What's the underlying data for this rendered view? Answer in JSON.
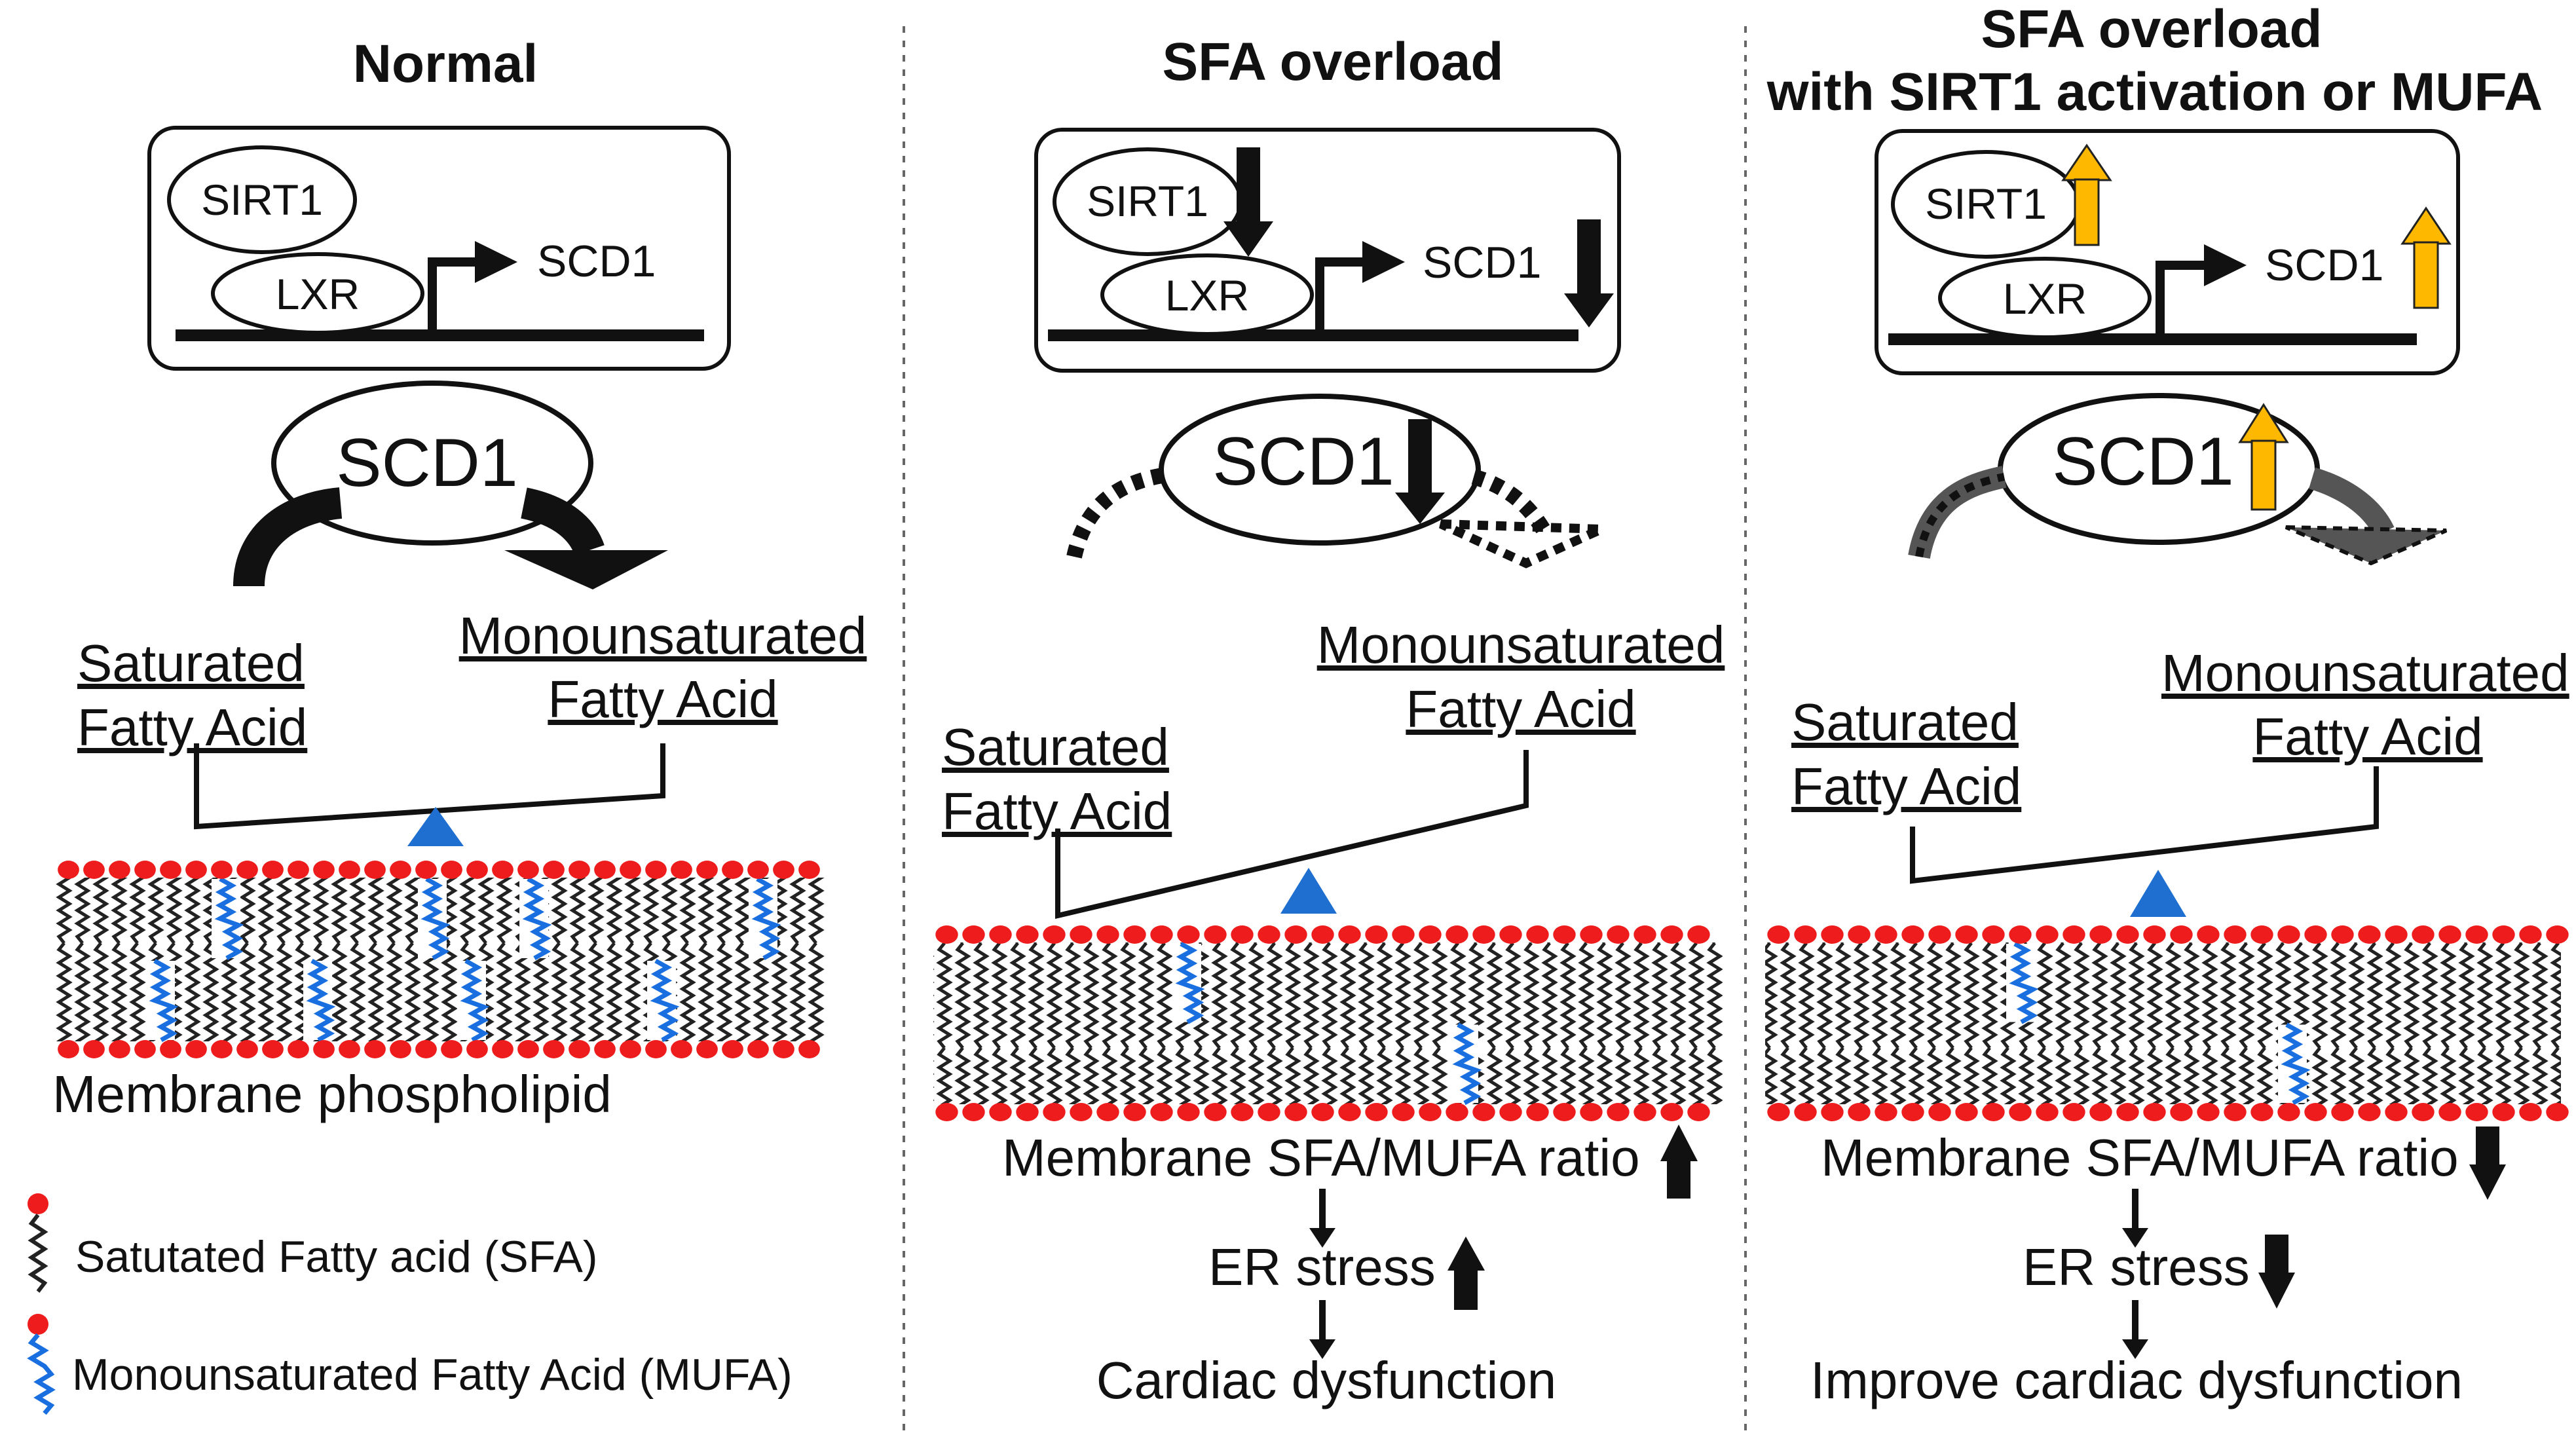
{
  "panels": [
    {
      "title": "Normal",
      "title_line2": "",
      "sirt1": "SIRT1",
      "lxr": "LXR",
      "scd1_gene": "SCD1",
      "scd1_enzyme": "SCD1",
      "sfa_label": [
        "Saturated",
        "Fatty Acid"
      ],
      "mufa_label": [
        "Monounsaturated",
        "Fatty Acid"
      ],
      "membrane_caption": "Membrane phospholipid",
      "ratio_text": "",
      "er_text": "",
      "outcome_text": "",
      "direction": "none"
    },
    {
      "title": "SFA overload",
      "title_line2": "",
      "sirt1": "SIRT1",
      "lxr": "LXR",
      "scd1_gene": "SCD1",
      "scd1_enzyme": "SCD1",
      "sfa_label": [
        "Saturated",
        "Fatty Acid"
      ],
      "mufa_label": [
        "Monounsaturated",
        "Fatty Acid"
      ],
      "membrane_caption": "",
      "ratio_text": "Membrane SFA/MUFA ratio",
      "er_text": "ER stress",
      "outcome_text": "Cardiac dysfunction",
      "direction": "down"
    },
    {
      "title": "SFA overload",
      "title_line2": "with SIRT1 activation or MUFA",
      "sirt1": "SIRT1",
      "lxr": "LXR",
      "scd1_gene": "SCD1",
      "scd1_enzyme": "SCD1",
      "sfa_label": [
        "Saturated",
        "Fatty Acid"
      ],
      "mufa_label": [
        "Monounsaturated",
        "Fatty Acid"
      ],
      "membrane_caption": "",
      "ratio_text": "Membrane SFA/MUFA ratio",
      "er_text": "ER stress",
      "outcome_text": "Improve cardiac dysfunction",
      "direction": "up"
    }
  ],
  "legend": {
    "sfa": "Satutated Fatty acid (SFA)",
    "mufa": "Monounsaturated Fatty Acid (MUFA)"
  },
  "colors": {
    "head_group": "#ee1c1c",
    "sfa_tail": "#222222",
    "mufa_tail": "#1a6fe0",
    "fulcrum": "#1f6fd1",
    "up_arrow": "#ffb800",
    "down_arrow": "#111111"
  }
}
